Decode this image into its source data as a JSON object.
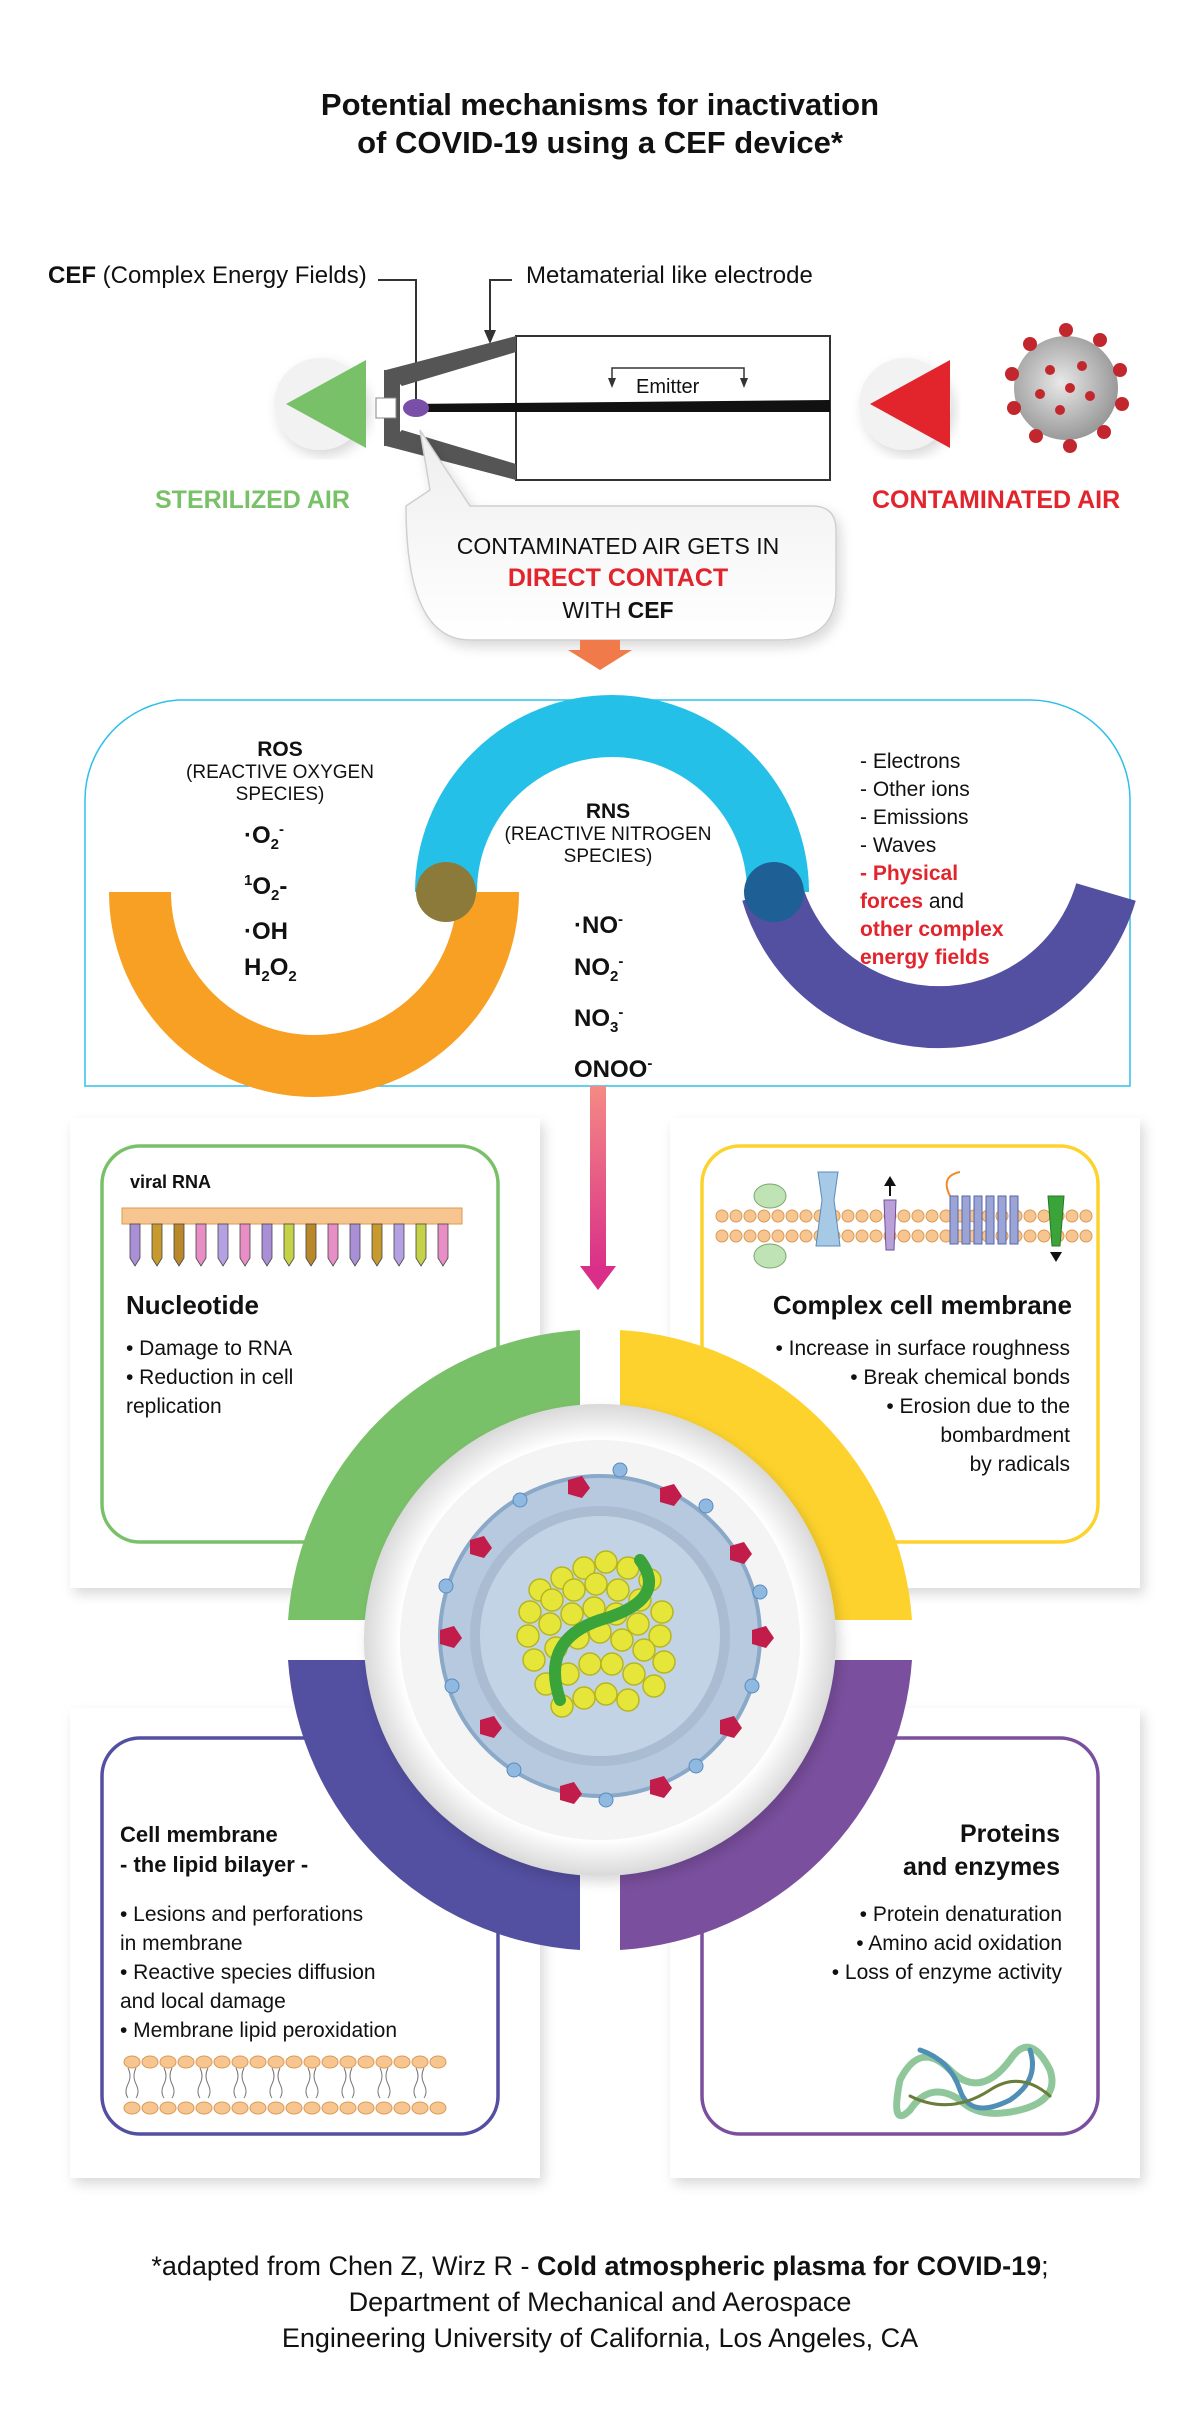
{
  "title": {
    "line1": "Potential mechanisms for inactivation",
    "line2": "of COVID-19 using a CEF device*"
  },
  "device": {
    "cef_label_bold": "CEF",
    "cef_label_rest": " (Complex  Energy Fields)",
    "electrode_label": "Metamaterial like electrode",
    "emitter_label": "Emitter",
    "sterilized_label": "STERILIZED AIR",
    "contaminated_label": "CONTAMINATED AIR",
    "callout_line1": "CONTAMINATED AIR GETS IN",
    "callout_line2": "DIRECT CONTACT",
    "callout_line3_pre": "WITH ",
    "callout_line3_bold": "CEF"
  },
  "species": {
    "ros_title": "ROS",
    "ros_subtitle": "(REACTIVE OXYGEN SPECIES)",
    "rns_title": "RNS",
    "rns_subtitle_1": "(REACTIVE NITROGEN",
    "rns_subtitle_2": "SPECIES)",
    "other_items": [
      "- Electrons",
      "- Other ions",
      "- Emissions",
      "- Waves"
    ],
    "physical_1": "- Physical",
    "physical_2a": "forces",
    "physical_2b": " and",
    "physical_3": "other complex",
    "physical_4": "energy fields"
  },
  "panels": {
    "nucleotide": {
      "tag": "viral RNA",
      "title": "Nucleotide",
      "bullets": [
        "• Damage to RNA",
        "• Reduction in cell",
        "replication"
      ]
    },
    "membrane": {
      "title": "Complex cell membrane",
      "bullets": [
        "• Increase in surface roughness",
        "• Break chemical bonds",
        "• Erosion due to the",
        "bombardment",
        "by radicals"
      ]
    },
    "lipid": {
      "title_1": "Cell membrane",
      "title_2": "- the lipid bilayer -",
      "bullets": [
        "• Lesions and perforations",
        "in membrane",
        "• Reactive species diffusion",
        "and local damage",
        "• Membrane lipid peroxidation"
      ]
    },
    "proteins": {
      "title_1": "Proteins",
      "title_2": "and enzymes",
      "bullets": [
        "• Protein denaturation",
        "• Amino acid oxidation",
        "• Loss of enzyme activity"
      ]
    }
  },
  "credit": {
    "line1_pre": "*adapted from Chen Z, Wirz R - ",
    "line1_bold": "Cold atmospheric plasma for COVID-19",
    "line1_post": ";",
    "line2": "Department of Mechanical and Aerospace",
    "line3": "Engineering University of California, Los Angeles, CA"
  },
  "colors": {
    "green": "#79c169",
    "red": "#e2242c",
    "orange": "#f7a024",
    "blue_arc": "#25c0e8",
    "purple_arc": "#534fa1",
    "yellow": "#fdd22c",
    "violet": "#7a4f9e",
    "pink": "#e03a73"
  }
}
